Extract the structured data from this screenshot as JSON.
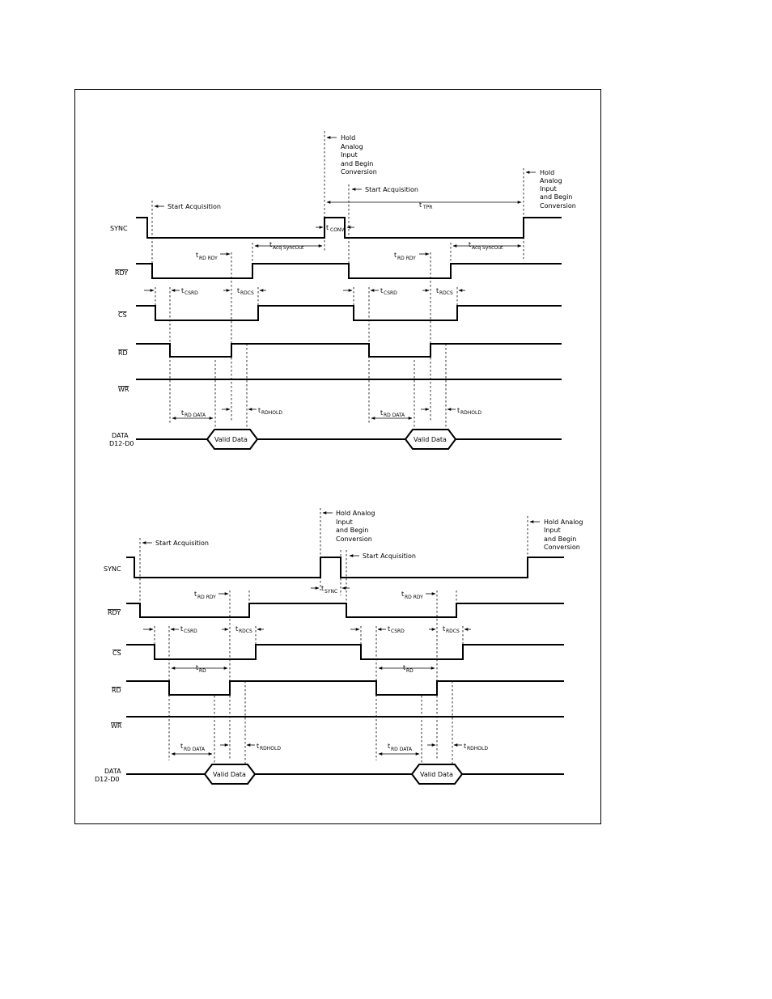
{
  "signals": {
    "sync": "SYNC",
    "rdy": "RDY",
    "cs": "CS",
    "rd": "RD",
    "wr": "WR",
    "data_line1": "DATA",
    "data_line2": "D12-D0"
  },
  "annotations": {
    "start_acquisition": "Start Acquisition",
    "hold_stack": [
      "Hold",
      "Analog",
      "Input",
      "and Begin",
      "Conversion"
    ],
    "hold_stack_b": [
      "Hold Analog",
      "Input",
      "and Begin",
      "Conversion"
    ],
    "valid_data": "Valid Data"
  },
  "timing": {
    "t": "t",
    "tpr": "TPR",
    "conv": "CONV",
    "sync_sub": "SYNC",
    "acq_syncout": "Acq SyncOut",
    "rd_rdy": "RD RDY",
    "csrd": "CSRD",
    "rdcs": "RDCS",
    "rd": "RD",
    "rd_data": "RD DATA",
    "rdhold": "RDHOLD"
  }
}
